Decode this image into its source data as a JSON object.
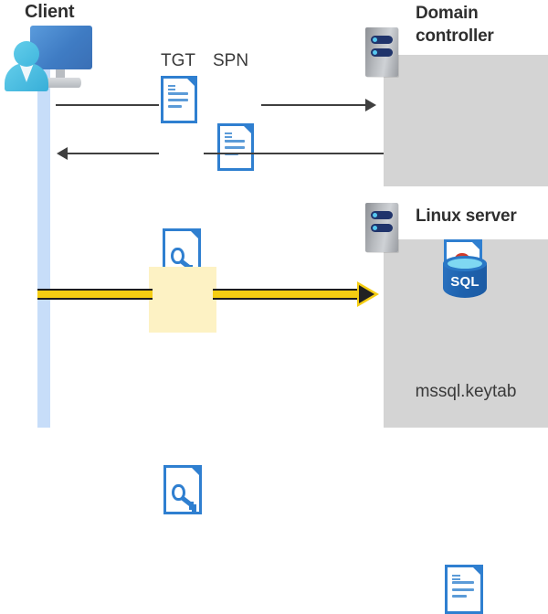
{
  "diagram": {
    "title_client": "Client",
    "title_domain_controller": "Domain\ncontroller",
    "title_domain_controller_line1": "Domain",
    "title_domain_controller_line2": "controller",
    "title_linux_server": "Linux server",
    "labels": {
      "tgt": "TGT",
      "spn": "SPN",
      "keytab_file": "mssql.keytab",
      "sql_text": "SQL"
    },
    "icons": {
      "client_workstation": "user-at-monitor-icon",
      "server_rack_dc": "server-rack-icon",
      "server_rack_linux": "server-rack-icon",
      "tgt_document": "text-document-icon",
      "spn_document": "text-document-icon",
      "ticket_key_document": "key-document-icon",
      "highlighted_key_document": "key-document-icon",
      "certificate_document": "certificate-document-icon",
      "sql_database": "sql-database-icon",
      "keytab_document": "text-document-icon"
    },
    "flows": [
      {
        "id": "request-tgt-spn",
        "direction": "right",
        "from": "Client",
        "to": "Domain controller",
        "carries": [
          "TGT",
          "SPN"
        ],
        "style": "thin-black"
      },
      {
        "id": "issue-service-ticket",
        "direction": "left",
        "from": "Domain controller",
        "to": "Client",
        "carries": [
          "service-ticket"
        ],
        "style": "thin-black"
      },
      {
        "id": "authenticate-to-linux",
        "direction": "right",
        "from": "Client",
        "to": "Linux server",
        "carries": [
          "service-ticket"
        ],
        "style": "thick-yellow-highlighted"
      }
    ],
    "colors": {
      "panel_gray": "#d4d4d4",
      "lifeline_blue": "#c7ddf9",
      "doc_blue": "#2f7fd0",
      "arrow_black": "#3f3f3f",
      "highlight_yellow": "#f5cd12",
      "highlight_box": "#fdf2c4",
      "title_text": "#2f2f2f",
      "sql_blue": "#1e62ae",
      "cert_gold": "#fcc90a",
      "cert_red": "#d23a2a"
    }
  }
}
